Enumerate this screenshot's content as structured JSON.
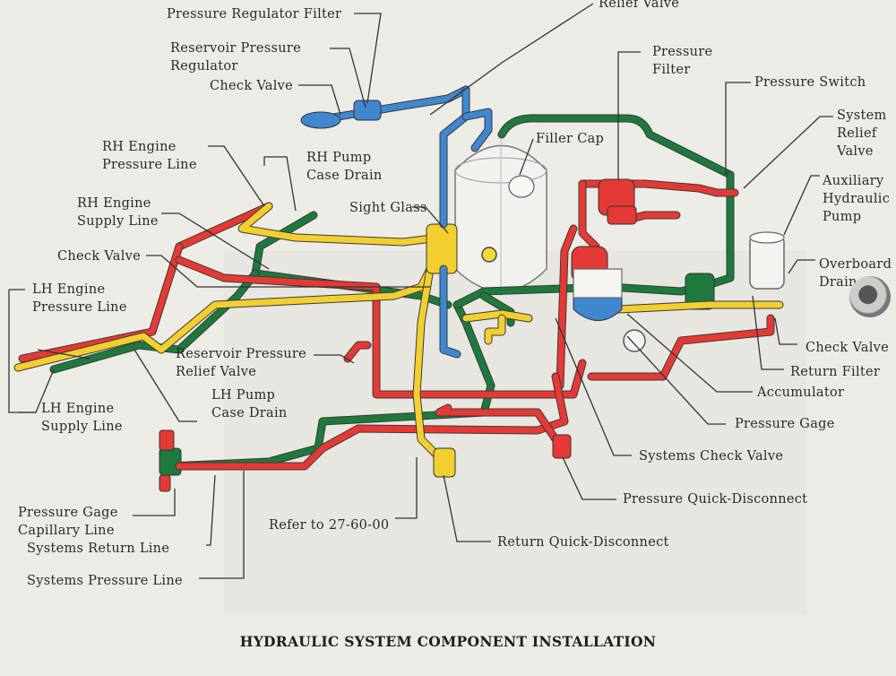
{
  "title": "HYDRAULIC SYSTEM COMPONENT INSTALLATION",
  "labels": {
    "pressure_regulator_filter": "Pressure Regulator Filter",
    "relief_valve": "Relief Valve",
    "reservoir_pressure_regulator_1": "Reservoir Pressure",
    "reservoir_pressure_regulator_2": "Regulator",
    "check_valve_top": "Check Valve",
    "pressure_filter_1": "Pressure",
    "pressure_filter_2": "Filter",
    "pressure_switch": "Pressure Switch",
    "system_relief_valve_1": "System",
    "system_relief_valve_2": "Relief",
    "system_relief_valve_3": "Valve",
    "auxiliary_pump_1": "Auxiliary",
    "auxiliary_pump_2": "Hydraulic",
    "auxiliary_pump_3": "Pump",
    "overboard_drain_1": "Overboard",
    "overboard_drain_2": "Drain",
    "filler_cap": "Filler Cap",
    "rh_engine_pressure_line_1": "RH Engine",
    "rh_engine_pressure_line_2": "Pressure Line",
    "rh_pump_case_drain_1": "RH Pump",
    "rh_pump_case_drain_2": "Case Drain",
    "rh_engine_supply_line_1": "RH Engine",
    "rh_engine_supply_line_2": "Supply Line",
    "sight_glass": "Sight Glass",
    "check_valve_left": "Check Valve",
    "lh_engine_pressure_line_1": "LH Engine",
    "lh_engine_pressure_line_2": "Pressure Line",
    "reservoir_pressure_relief_1": "Reservoir Pressure",
    "reservoir_pressure_relief_2": "Relief Valve",
    "lh_pump_case_drain_1": "LH Pump",
    "lh_pump_case_drain_2": "Case Drain",
    "lh_engine_supply_line_1": "LH Engine",
    "lh_engine_supply_line_2": "Supply Line",
    "check_valve_right": "Check Valve",
    "return_filter": "Return Filter",
    "accumulator": "Accumulator",
    "pressure_gage": "Pressure Gage",
    "systems_check_valve": "Systems Check Valve",
    "pressure_quick_disconnect": "Pressure Quick-Disconnect",
    "return_quick_disconnect": "Return Quick-Disconnect",
    "refer_to": "Refer to 27-60-00",
    "pressure_gage_capillary_1": "Pressure Gage",
    "pressure_gage_capillary_2": "Capillary Line",
    "systems_return_line": "Systems Return Line",
    "systems_pressure_line": "Systems Pressure Line"
  },
  "colors": {
    "pressure": "#e53935",
    "return": "#f2cf2e",
    "drain": "#1e7a3c",
    "regulator": "#3f87cf",
    "leader": "#333333"
  }
}
